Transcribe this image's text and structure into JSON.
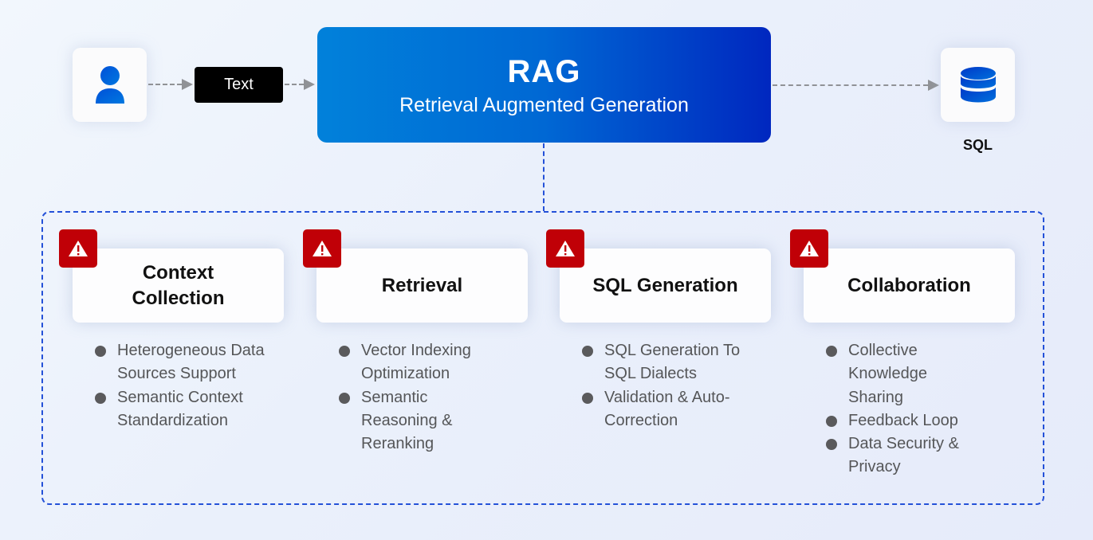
{
  "flow": {
    "input_icon": "user-icon",
    "text_chip": "Text",
    "rag": {
      "title": "RAG",
      "subtitle": "Retrieval Augmented Generation",
      "gradient": [
        "#0181da",
        "#0027bf"
      ]
    },
    "output_icon": "database-icon",
    "output_label": "SQL"
  },
  "colors": {
    "accent_blue": "#2451d8",
    "warning_red": "#c00007",
    "arrow_gray": "#909296"
  },
  "components": [
    {
      "title": "Context Collection",
      "badge_icon": "warning-icon",
      "bullets": [
        "Heterogeneous Data Sources Support",
        "Semantic Context Standardization"
      ]
    },
    {
      "title": "Retrieval",
      "badge_icon": "warning-icon",
      "bullets": [
        "Vector Indexing Optimization",
        "Semantic Reasoning & Reranking"
      ]
    },
    {
      "title": "SQL Generation",
      "badge_icon": "warning-icon",
      "bullets": [
        "SQL Generation To SQL Dialects",
        "Validation & Auto-Correction"
      ]
    },
    {
      "title": "Collaboration",
      "badge_icon": "warning-icon",
      "bullets": [
        "Collective Knowledge Sharing",
        "Feedback Loop",
        "Data Security & Privacy"
      ]
    }
  ]
}
